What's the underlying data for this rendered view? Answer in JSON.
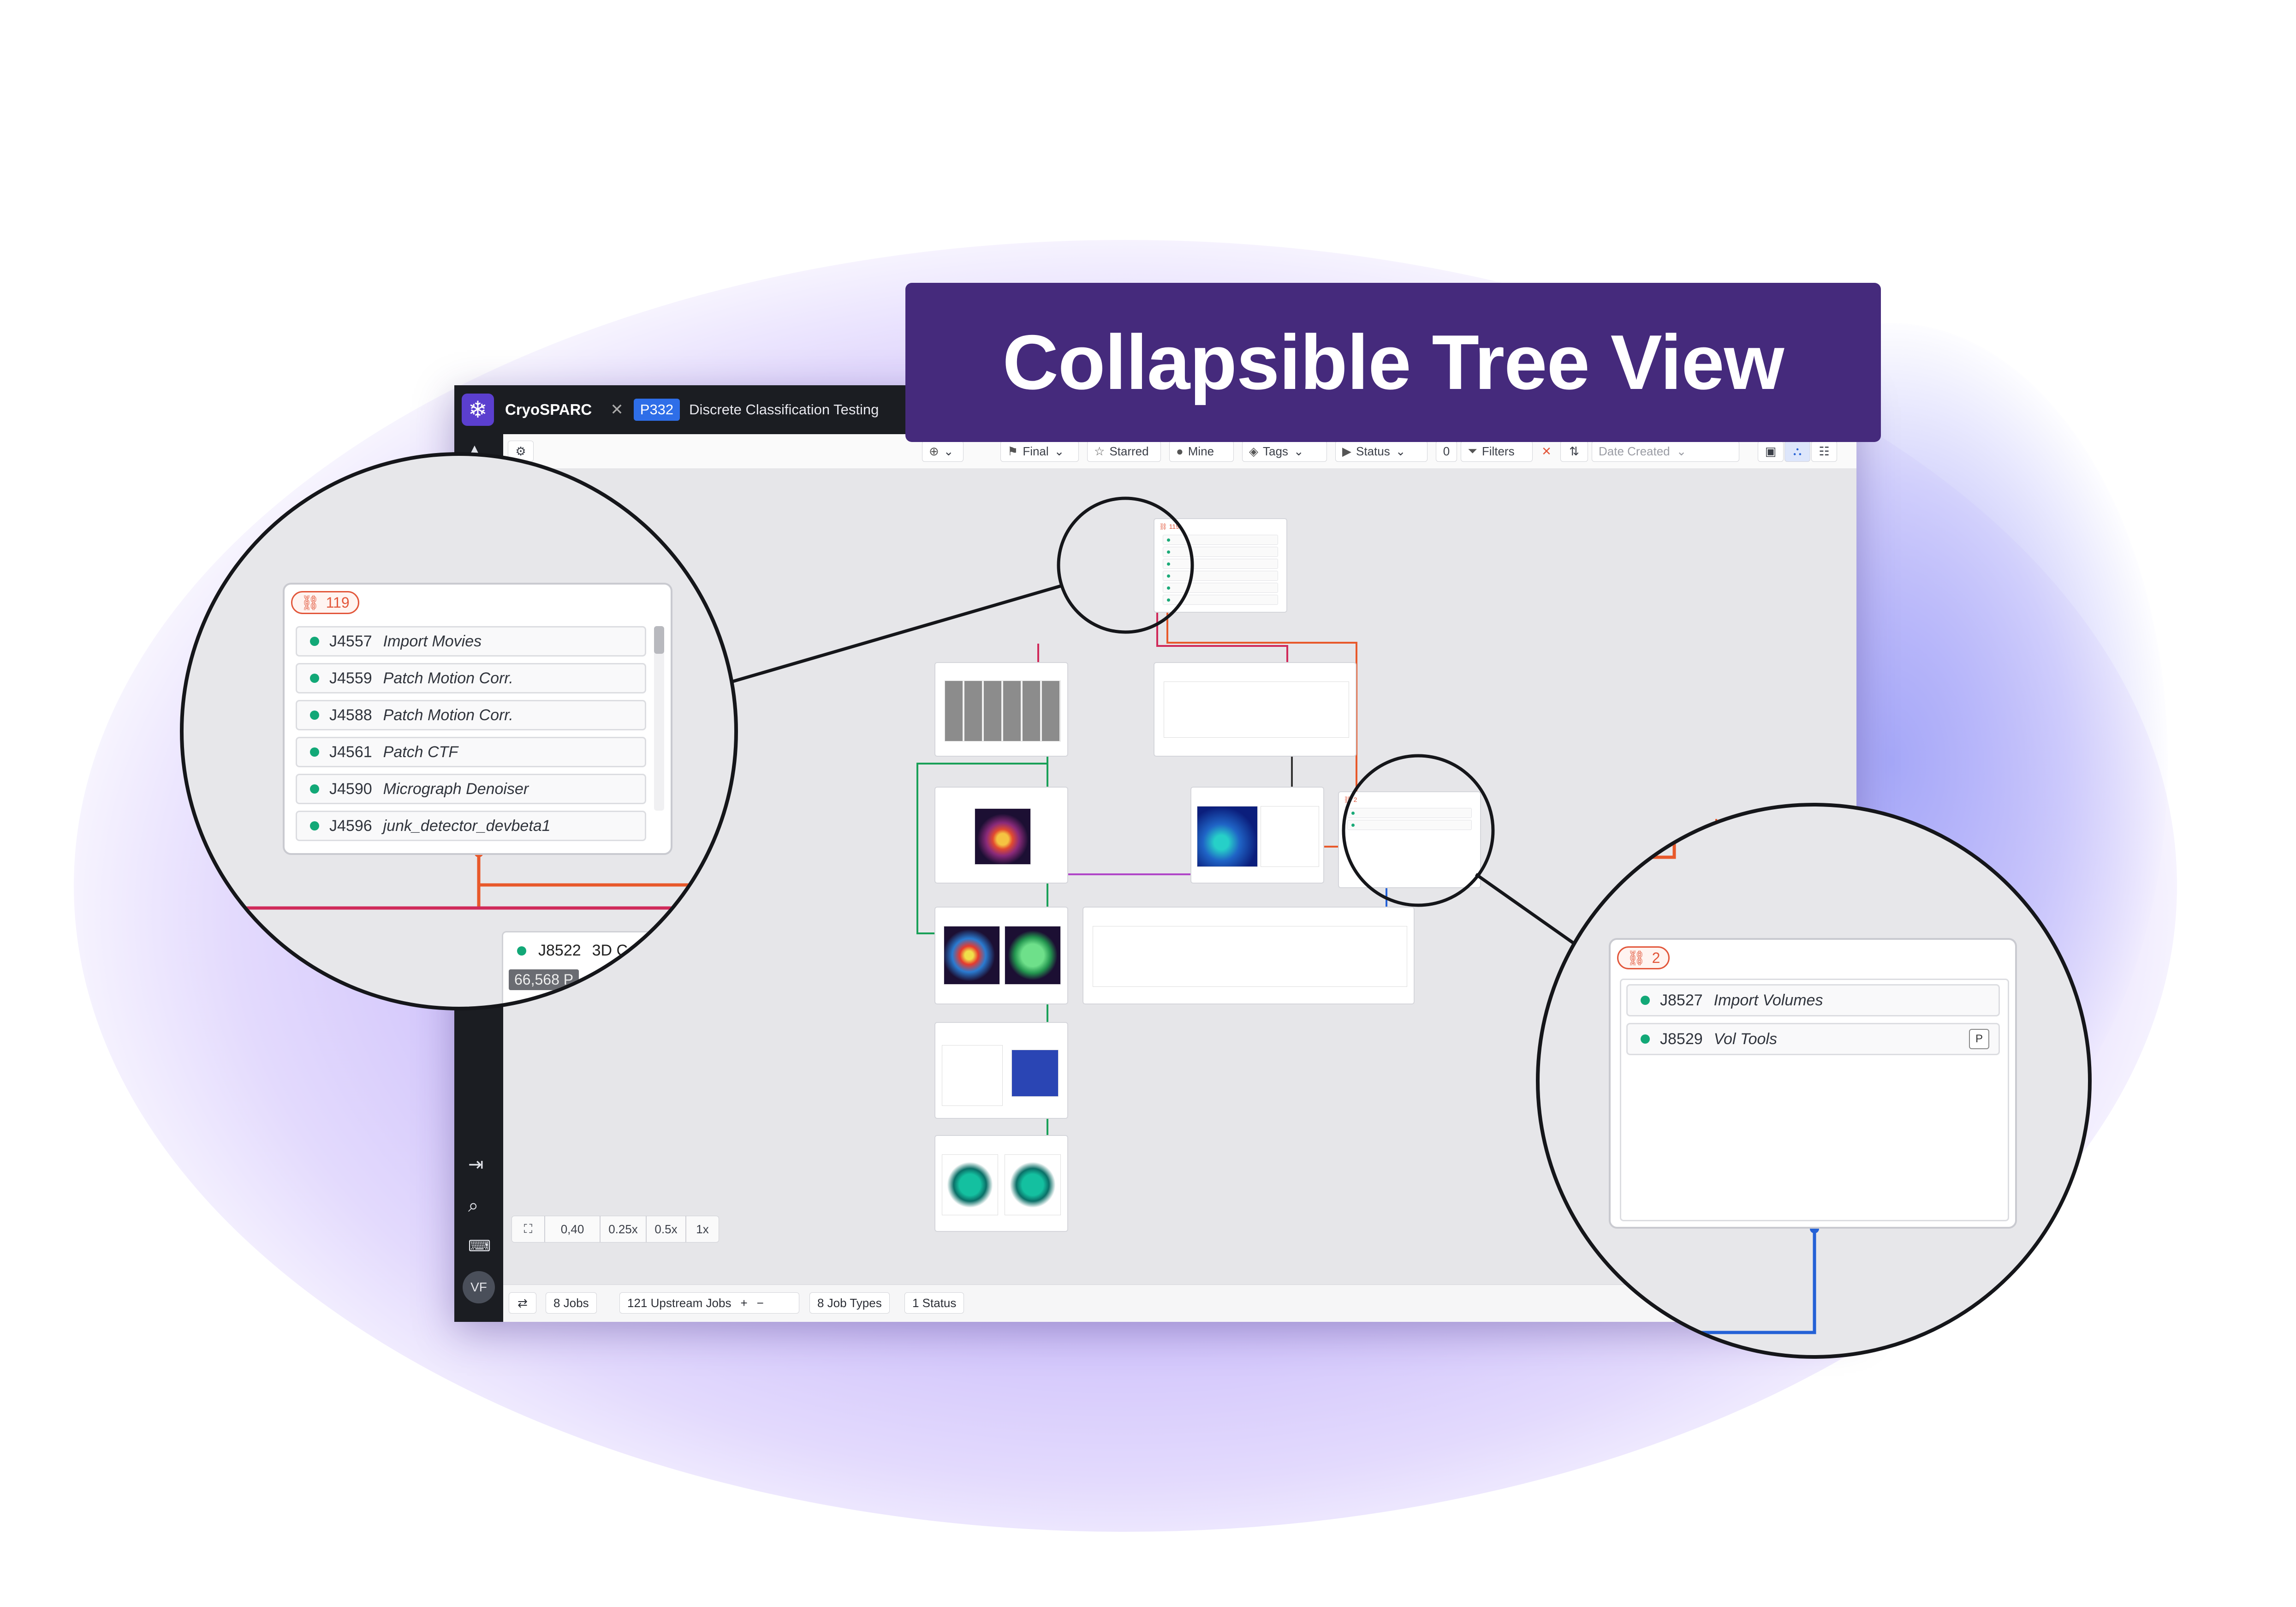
{
  "banner": {
    "title": "Collapsible Tree View"
  },
  "app": {
    "name": "CryoSPARC",
    "tab_project": "P332",
    "tab_title": "Discrete Classification Testing"
  },
  "toolbar": {
    "final": "Final",
    "starred": "Starred",
    "mine": "Mine",
    "tags": "Tags",
    "status": "Status",
    "count": "0",
    "filters": "Filters",
    "sort": "Date Created"
  },
  "sidebar": {
    "avatar": "VF"
  },
  "zoom": {
    "value": "0,40",
    "options": [
      "0.25x",
      "0.5x",
      "1x"
    ]
  },
  "bottom": {
    "jobs": "8 Jobs",
    "upstream": "121 Upstream Jobs",
    "plus": "+",
    "minus": "−",
    "job_types": "8 Job Types",
    "status": "1 Status"
  },
  "icons": {
    "logo": "snowflake-icon",
    "expand": "expand-icon",
    "swap": "swap-icon",
    "collapse": "collapse-icon"
  },
  "colors": {
    "accent": "#452a7c",
    "status_ok": "#12a877",
    "collapsed": "#e2563a",
    "link_red": "#d02a5a",
    "link_orange": "#e8592b",
    "link_green": "#1aa058",
    "link_blue": "#2461d6"
  },
  "left_zoom": {
    "collapsed_count": "119",
    "jobs": [
      {
        "id": "J4557",
        "name": "Import Movies"
      },
      {
        "id": "J4559",
        "name": "Patch Motion Corr."
      },
      {
        "id": "J4588",
        "name": "Patch Motion Corr."
      },
      {
        "id": "J4561",
        "name": "Patch CTF"
      },
      {
        "id": "J4590",
        "name": "Micrograph Denoiser"
      },
      {
        "id": "J4596",
        "name": "junk_detector_devbeta1"
      }
    ],
    "below_job_id": "J8522",
    "below_job_type": "3D C",
    "below_particles": "66,568 P"
  },
  "right_zoom": {
    "collapsed_count": "2",
    "jobs": [
      {
        "id": "J8527",
        "name": "Import Volumes",
        "badge": ""
      },
      {
        "id": "J8529",
        "name": "Vol Tools",
        "badge": "P"
      }
    ]
  }
}
